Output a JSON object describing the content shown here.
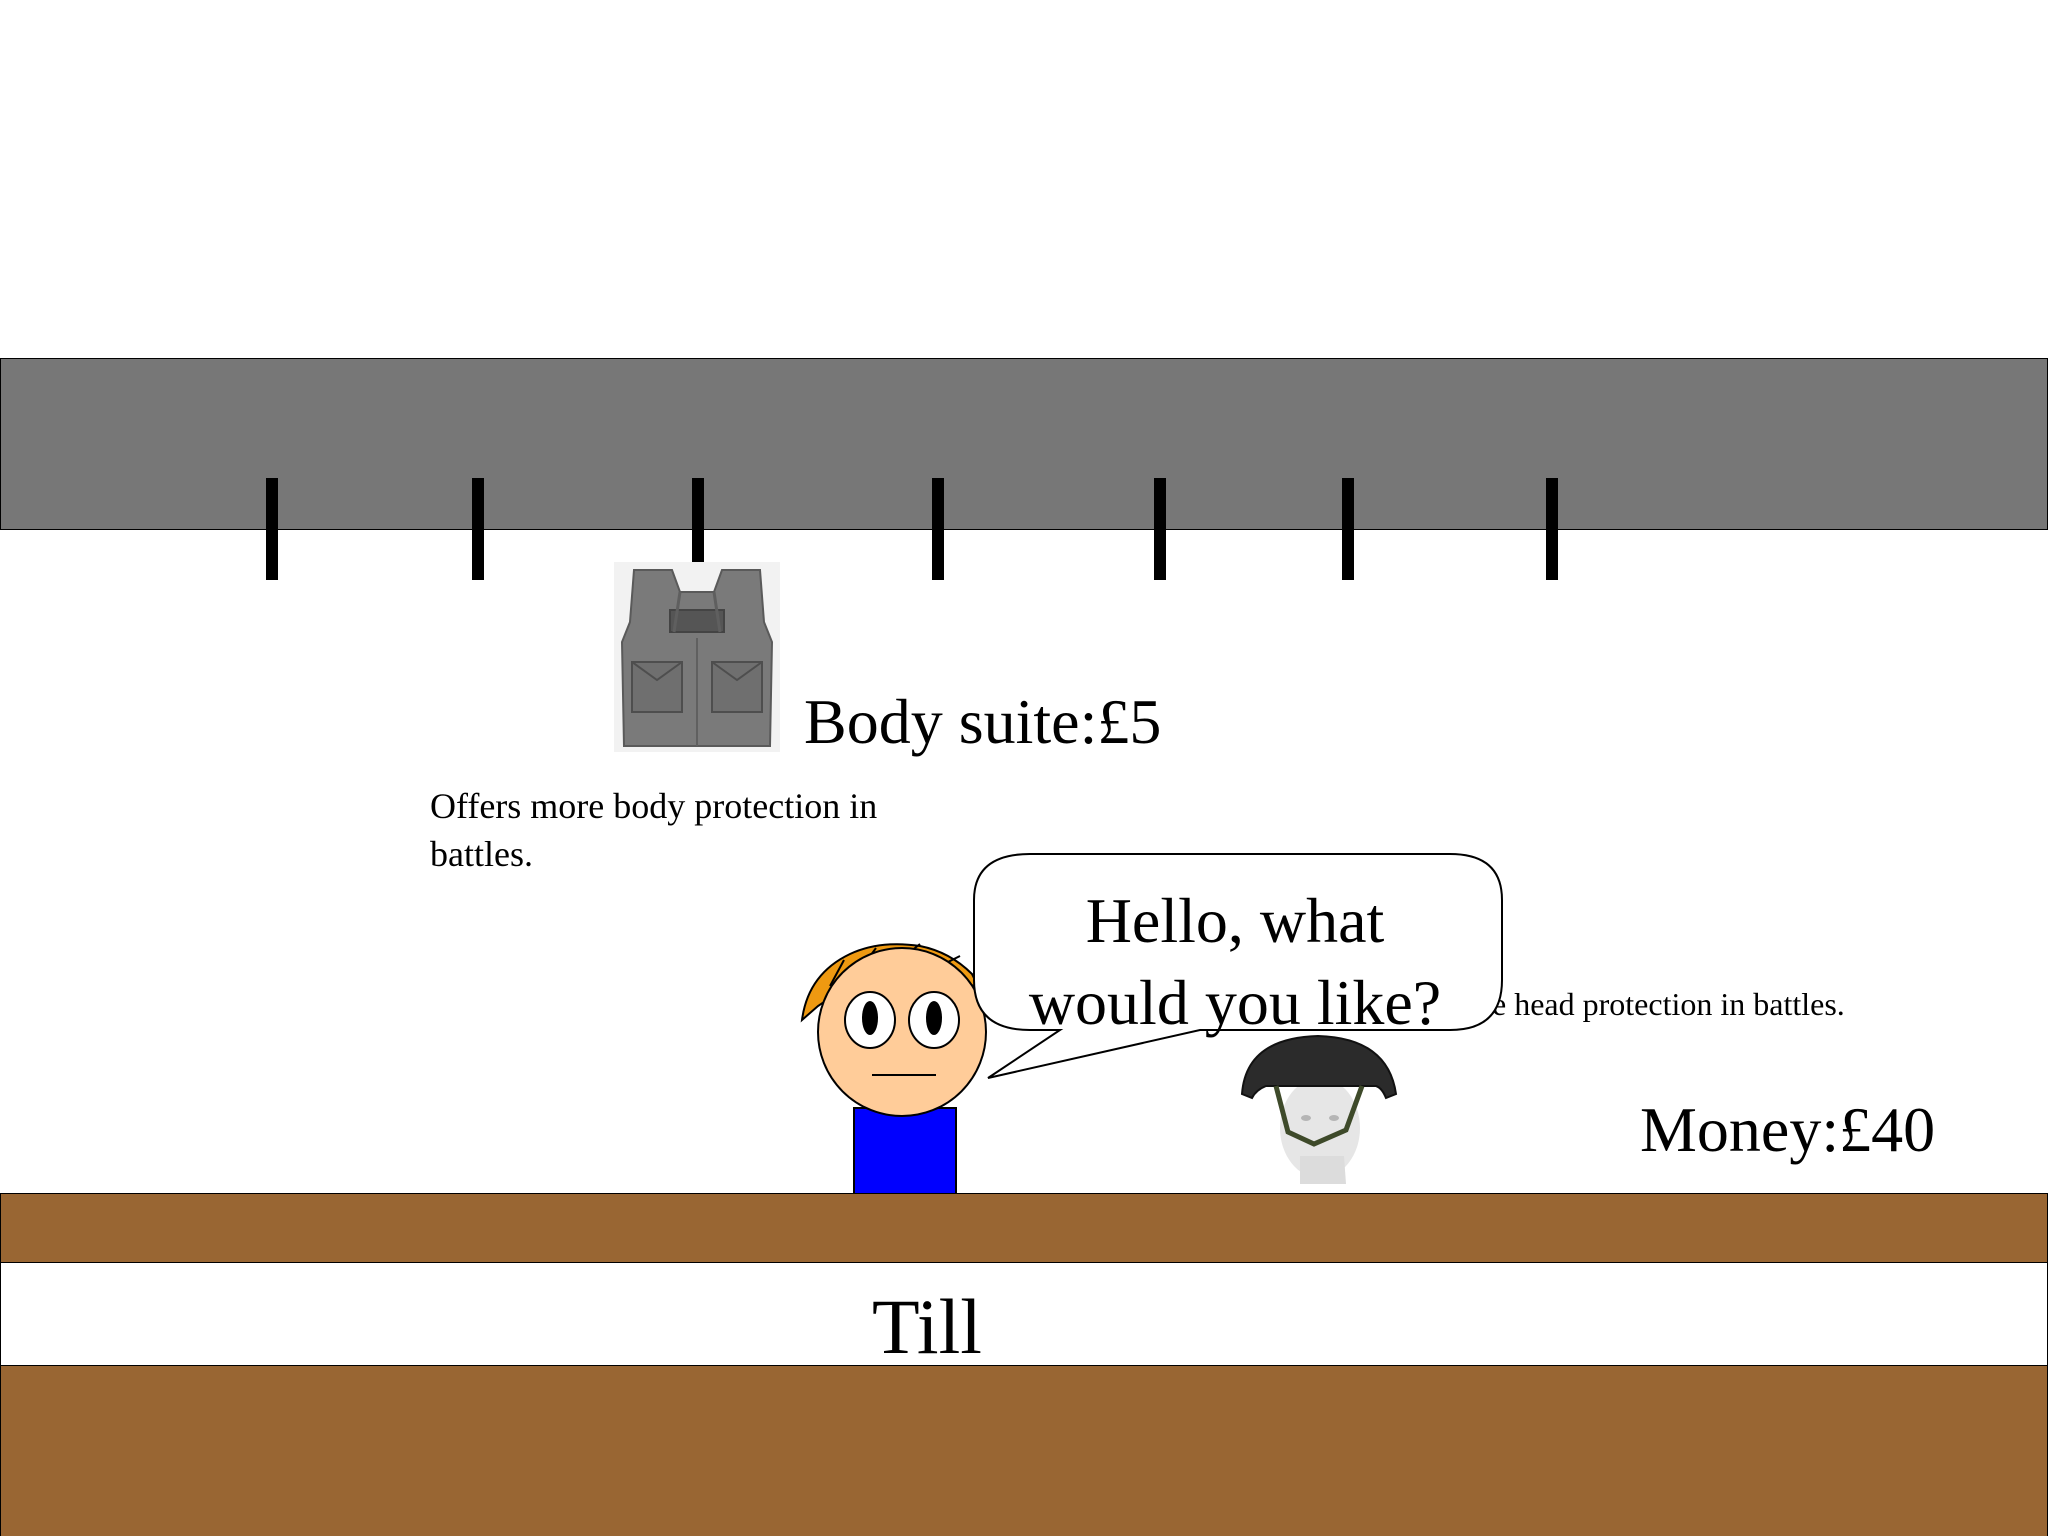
{
  "shop": {
    "items": [
      {
        "name": "Body suite:£5",
        "description": "Offers more body protection in battles.",
        "image_icon": "body-armor-vest-icon"
      },
      {
        "name": "",
        "description": "s more head protection in battles.",
        "image_icon": "army-helmet-icon"
      }
    ],
    "money_label": "Money:£40",
    "till_label": "Till"
  },
  "shopkeeper": {
    "speech_line1": "Hello, what",
    "speech_line2": "would you like?"
  },
  "colors": {
    "shelf": "#777777",
    "counter": "#996633",
    "shirt": "#0000ff",
    "skin": "#ffcc99",
    "hair": "#ee9911"
  }
}
